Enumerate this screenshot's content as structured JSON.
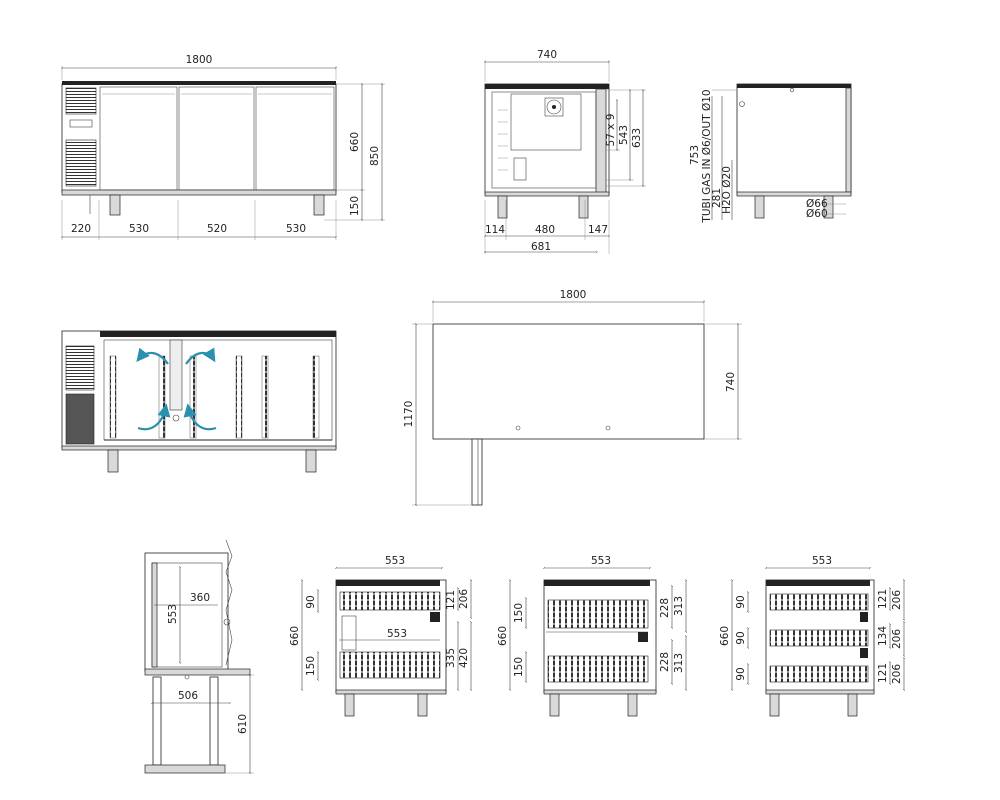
{
  "labels": {
    "front_width": "1800",
    "front_h660": "660",
    "front_h850": "850",
    "front_h150": "150",
    "front_b220": "220",
    "front_b530a": "530",
    "front_b520": "520",
    "front_b530b": "530",
    "side_w740": "740",
    "side_h57x9": "57 x 9",
    "side_h543": "543",
    "side_h633": "633",
    "side_b114": "114",
    "side_b480": "480",
    "side_b147": "147",
    "side_b681": "681",
    "conn_753": "753",
    "conn_gas": "TUBI GAS IN Ø6/OUT Ø10",
    "conn_281": "281",
    "conn_h2o": "H2O Ø20",
    "conn_d66": "Ø66",
    "conn_d60": "Ø60",
    "plan_w1800": "1800",
    "plan_h740": "740",
    "plan_h1170": "1170",
    "pan_w360": "360",
    "pan_h553": "553",
    "pan_w506": "506",
    "pan_h610": "610",
    "d1_w553": "553",
    "d1_mid553": "553",
    "d1_h660": "660",
    "d1_h90": "90",
    "d1_h150": "150",
    "d1_h121": "121",
    "d1_h206": "206",
    "d1_h335": "335",
    "d1_h420": "420",
    "d2_w553": "553",
    "d2_h660": "660",
    "d2_h150a": "150",
    "d2_h150b": "150",
    "d2_h228a": "228",
    "d2_h313a": "313",
    "d2_h228b": "228",
    "d2_h313b": "313",
    "d3_w553": "553",
    "d3_h660": "660",
    "d3_h90a": "90",
    "d3_h90b": "90",
    "d3_h90c": "90",
    "d3_h121a": "121",
    "d3_h206a": "206",
    "d3_h134": "134",
    "d3_h206b": "206",
    "d3_h121b": "121",
    "d3_h206c": "206"
  },
  "colors": {
    "line": "#222222",
    "airflow": "#2b8fb0",
    "body_fill": "#d9d9d9"
  },
  "icons": {
    "fan": "fan-icon",
    "airflow": "airflow-arrow-icon",
    "vent": "vent-grille-icon"
  }
}
